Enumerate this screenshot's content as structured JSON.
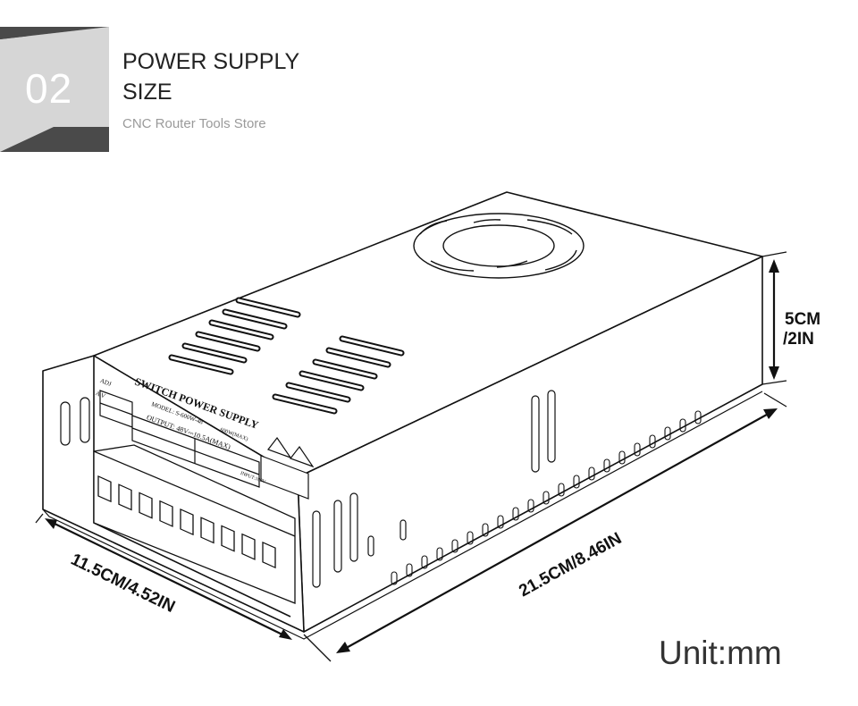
{
  "header": {
    "number": "02",
    "title_line1": "POWER SUPPLY",
    "title_line2": "SIZE",
    "subtitle": "CNC Router Tools Store"
  },
  "product_label": {
    "title": "SWITCH POWER SUPPLY",
    "model": "MODEL: S-600W-48",
    "power": "600W(MAX)",
    "output": "OUTPUT: 48V⎓10.5A(MAX)",
    "adj": "ADJ",
    "av": "A V",
    "input": "INPUT:100V"
  },
  "dimensions": {
    "height": "5CM",
    "height_in": "/2IN",
    "length": "21.5CM/8.46IN",
    "width": "11.5CM/4.52IN"
  },
  "unit": "Unit:mm",
  "colors": {
    "badge_light": "#d6d6d6",
    "badge_dark": "#4a4a4a",
    "line": "#111111"
  }
}
